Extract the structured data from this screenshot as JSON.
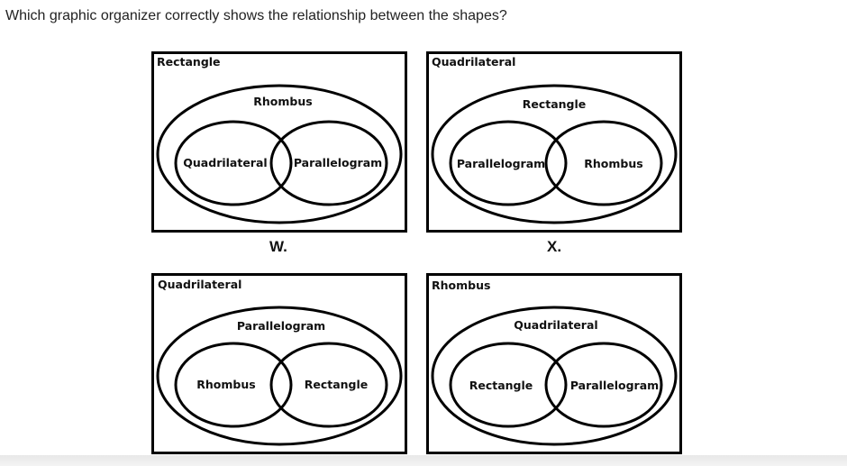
{
  "question": {
    "text": "Which graphic organizer correctly shows the relationship between the shapes?"
  },
  "organizers": [
    {
      "option": "W.",
      "box_label": "Rectangle",
      "outer_label": "Rhombus",
      "left_label": "Quadrilateral",
      "right_label": "Parallelogram"
    },
    {
      "option": "X.",
      "box_label": "Quadrilateral",
      "outer_label": "Rectangle",
      "left_label": "Parallelogram",
      "right_label": "Rhombus"
    },
    {
      "option": "",
      "box_label": "Quadrilateral",
      "outer_label": "Parallelogram",
      "left_label": "Rhombus",
      "right_label": "Rectangle"
    },
    {
      "option": "",
      "box_label": "Rhombus",
      "outer_label": "Quadrilateral",
      "left_label": "Rectangle",
      "right_label": "Parallelogram"
    }
  ]
}
